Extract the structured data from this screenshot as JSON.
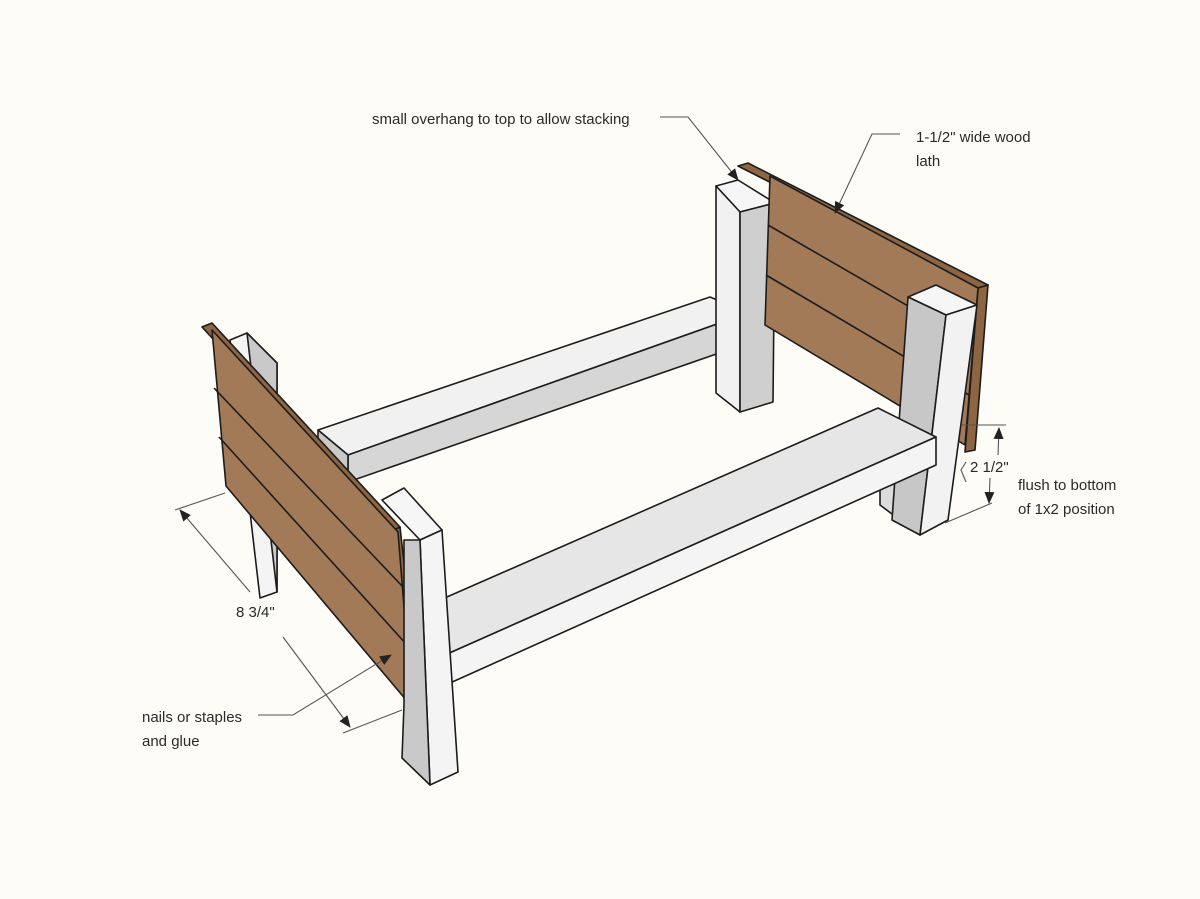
{
  "palette": {
    "background": "#fdfcf7",
    "wood_front": "#a27a58",
    "wood_edge": "#8d6542",
    "leg_light": "#f4f4f4",
    "leg_shade": "#c9c9c9",
    "outline": "#1c1c1c",
    "leader": "#555555"
  },
  "annotations": {
    "overhang": "small overhang to top to allow stacking",
    "lath_line1": "1-1/2\" wide wood",
    "lath_line2": "lath",
    "nails_line1": "nails or staples",
    "nails_line2": "and glue",
    "flush_line1": "flush to bottom",
    "flush_line2": "of 1x2 position",
    "dim_width": "8 3/4\"",
    "dim_height": "2 1/2\""
  }
}
